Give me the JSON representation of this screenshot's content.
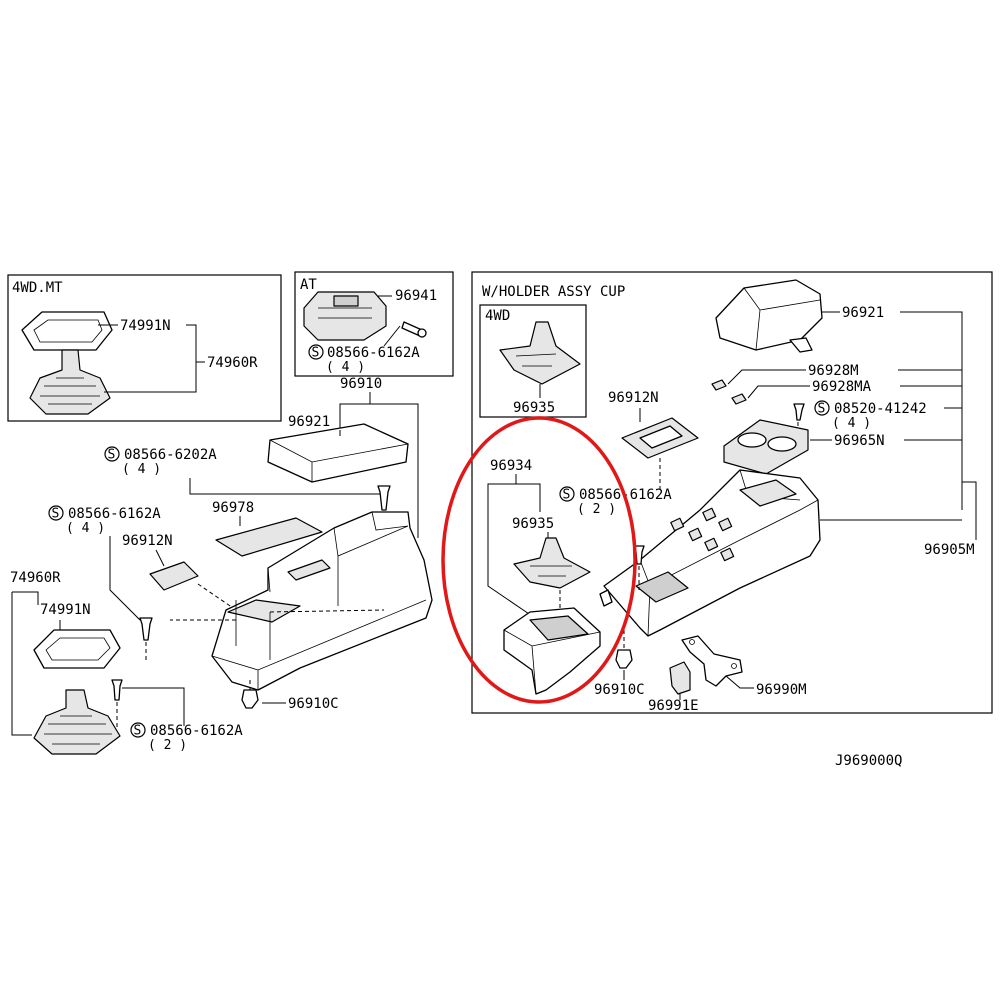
{
  "diagram": {
    "code": "J969000Q",
    "boxes": {
      "box_4wd_mt": "4WD.MT",
      "box_at": "AT",
      "box_cup_holder": "W/HOLDER ASSY CUP",
      "box_4wd": "4WD"
    },
    "symbol": "S",
    "labels": {
      "p74991n_a": "74991N",
      "p74960r_a": "74960R",
      "p96941": "96941",
      "s08566_6162a_at": "08566-6162A",
      "q4_at": "( 4 )",
      "p96910": "96910",
      "p96921_left": "96921",
      "s08566_6202a": "08566-6202A",
      "q4_6202a": "( 4 )",
      "p96978": "96978",
      "s08566_6162a_left": "08566-6162A",
      "q4_left": "( 4 )",
      "p96912n_left": "96912N",
      "p74960r_b": "74960R",
      "p74991n_b": "74991N",
      "p96910c_left": "96910C",
      "s08566_6162a_bottom": "08566-6162A",
      "q2_bottom": "( 2 )",
      "p96921_right": "96921",
      "p96928m": "96928M",
      "p96928ma": "96928MA",
      "s08520_41242": "08520-41242",
      "q4_41242": "( 4 )",
      "p96965n": "96965N",
      "p96912n_right": "96912N",
      "p96935_4wd": "96935",
      "p96934": "96934",
      "s08566_6162a_right": "08566-6162A",
      "q2_right": "( 2 )",
      "p96935_main": "96935",
      "p96905m": "96905M",
      "p96910c_right": "96910C",
      "p96991e": "96991E",
      "p96990m": "96990M"
    },
    "highlight_color": "#e01818"
  }
}
